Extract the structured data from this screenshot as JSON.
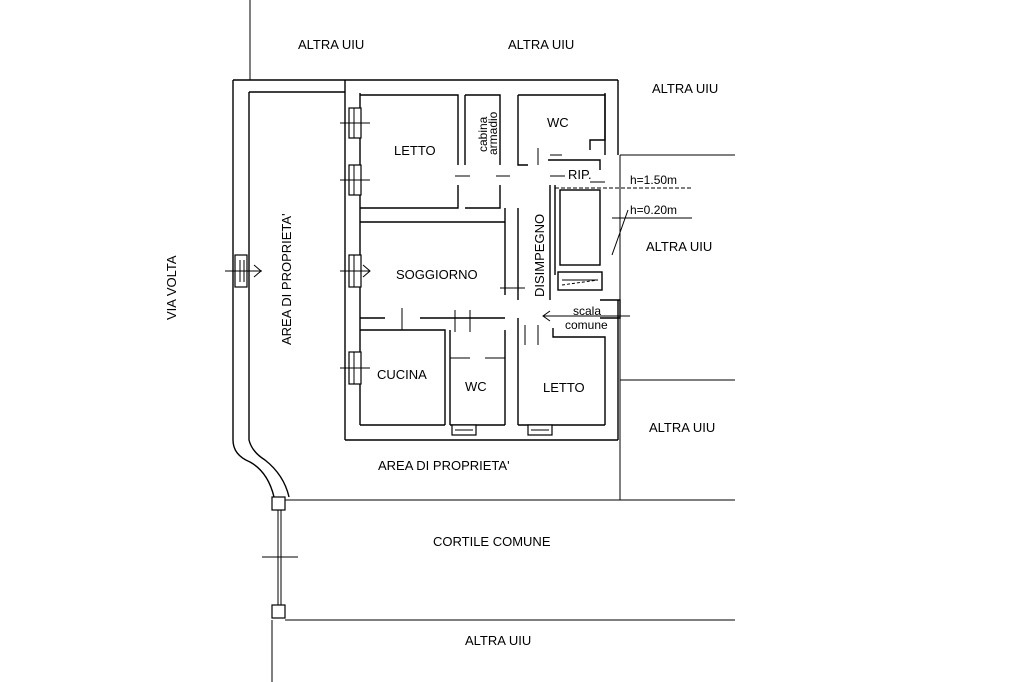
{
  "labels": {
    "altra_uiu_top_left": "ALTRA UIU",
    "altra_uiu_top_mid": "ALTRA UIU",
    "altra_uiu_top_right": "ALTRA UIU",
    "altra_uiu_mid_right": "ALTRA UIU",
    "altra_uiu_low_right": "ALTRA UIU",
    "altra_uiu_bottom": "ALTRA UIU",
    "via_volta": "VIA VOLTA",
    "area_proprieta_left": "AREA DI PROPRIETA'",
    "area_proprieta_bottom": "AREA DI PROPRIETA'",
    "cortile_comune": "CORTILE COMUNE",
    "letto_1": "LETTO",
    "cabina_armadio_line1": "cabina",
    "cabina_armadio_line2": "armadio",
    "wc_1": "WC",
    "rip": "RIP.",
    "h_150": "h=1.50m",
    "h_020": "h=0.20m",
    "soggiorno": "SOGGIORNO",
    "disimpegno": "DISIMPEGNO",
    "scala_line1": "scala",
    "scala_line2": "comune",
    "cucina": "CUCINA",
    "wc_2": "WC",
    "letto_2": "LETTO"
  }
}
